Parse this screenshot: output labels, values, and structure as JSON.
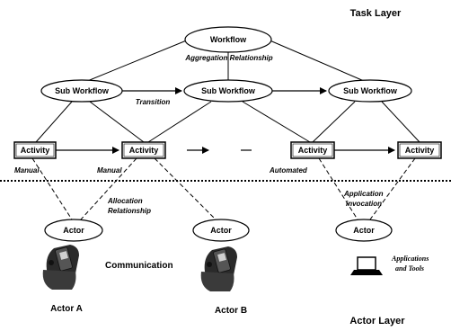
{
  "layers": {
    "task": "Task Layer",
    "actor": "Actor Layer"
  },
  "workflow": {
    "label": "Workflow",
    "relation": "Aggregation Relationship"
  },
  "sub_workflows": [
    "Sub Workflow",
    "Sub Workflow",
    "Sub Workflow"
  ],
  "transition_label": "Transition",
  "activities": [
    "Activity",
    "Activity",
    "Activity",
    "Activity"
  ],
  "activity_types": [
    "Manual",
    "Manual",
    "Automated"
  ],
  "allocation_label": [
    "Allocation",
    "Relationship"
  ],
  "invocation_label": [
    "Application",
    "invocation"
  ],
  "actors": [
    "Actor",
    "Actor",
    "Actor"
  ],
  "communication_label": "Communication",
  "actor_names": [
    "Actor A",
    "Actor B"
  ],
  "tools_label": [
    "Applications",
    "and Tools"
  ]
}
